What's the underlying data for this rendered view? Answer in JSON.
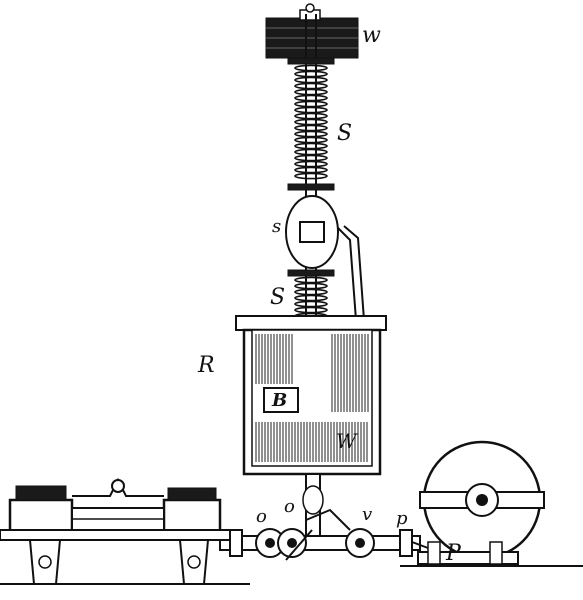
{
  "labels": {
    "weight_top": "w",
    "spring_upper": "S",
    "spring_lower": "S",
    "spring_small": "s",
    "reservoir": "R",
    "block": "B",
    "water": "W",
    "valve_o1": "o",
    "valve_o2": "o",
    "valve_v": "v",
    "pipe_p": "p",
    "pump": "P"
  },
  "colors": {
    "ink": "#111111",
    "paper": "#ffffff"
  }
}
